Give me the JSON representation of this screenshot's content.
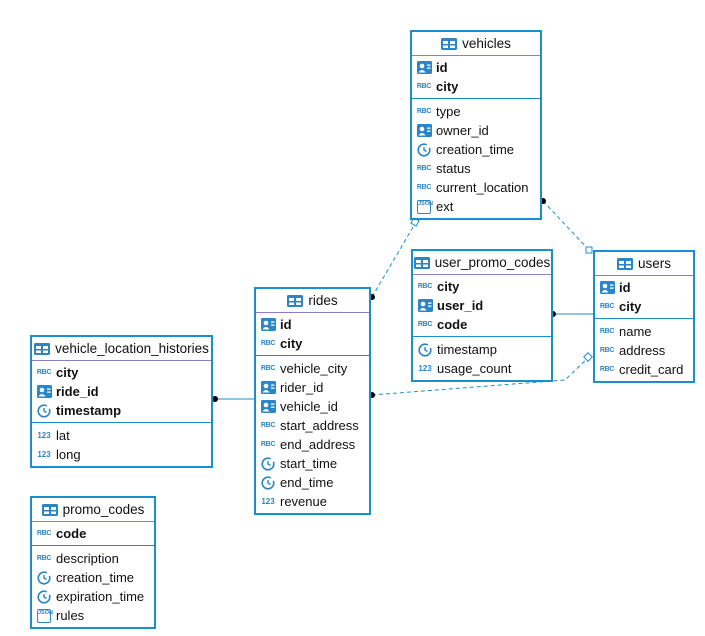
{
  "colors": {
    "border": "#1a8fd0",
    "header_line": "#8a7fc8",
    "icon": "#2a86c8",
    "connector": "#1a8fd0"
  },
  "tables": [
    {
      "name": "vehicles",
      "keys": [
        {
          "field": "id",
          "icon": "id-card"
        },
        {
          "field": "city",
          "icon": "abc"
        }
      ],
      "columns": [
        {
          "field": "type",
          "icon": "abc"
        },
        {
          "field": "owner_id",
          "icon": "id-card"
        },
        {
          "field": "creation_time",
          "icon": "clock"
        },
        {
          "field": "status",
          "icon": "abc"
        },
        {
          "field": "current_location",
          "icon": "abc"
        },
        {
          "field": "ext",
          "icon": "json"
        }
      ]
    },
    {
      "name": "users",
      "keys": [
        {
          "field": "id",
          "icon": "id-card"
        },
        {
          "field": "city",
          "icon": "abc"
        }
      ],
      "columns": [
        {
          "field": "name",
          "icon": "abc"
        },
        {
          "field": "address",
          "icon": "abc"
        },
        {
          "field": "credit_card",
          "icon": "abc"
        }
      ]
    },
    {
      "name": "user_promo_codes",
      "keys": [
        {
          "field": "city",
          "icon": "abc"
        },
        {
          "field": "user_id",
          "icon": "id-card"
        },
        {
          "field": "code",
          "icon": "abc"
        }
      ],
      "columns": [
        {
          "field": "timestamp",
          "icon": "clock"
        },
        {
          "field": "usage_count",
          "icon": "123"
        }
      ]
    },
    {
      "name": "rides",
      "keys": [
        {
          "field": "id",
          "icon": "id-card"
        },
        {
          "field": "city",
          "icon": "abc"
        }
      ],
      "columns": [
        {
          "field": "vehicle_city",
          "icon": "abc"
        },
        {
          "field": "rider_id",
          "icon": "id-card"
        },
        {
          "field": "vehicle_id",
          "icon": "id-card"
        },
        {
          "field": "start_address",
          "icon": "abc"
        },
        {
          "field": "end_address",
          "icon": "abc"
        },
        {
          "field": "start_time",
          "icon": "clock"
        },
        {
          "field": "end_time",
          "icon": "clock"
        },
        {
          "field": "revenue",
          "icon": "123"
        }
      ]
    },
    {
      "name": "vehicle_location_histories",
      "keys": [
        {
          "field": "city",
          "icon": "abc"
        },
        {
          "field": "ride_id",
          "icon": "id-card"
        },
        {
          "field": "timestamp",
          "icon": "clock"
        }
      ],
      "columns": [
        {
          "field": "lat",
          "icon": "123"
        },
        {
          "field": "long",
          "icon": "123"
        }
      ]
    },
    {
      "name": "promo_codes",
      "keys": [
        {
          "field": "code",
          "icon": "abc"
        }
      ],
      "columns": [
        {
          "field": "description",
          "icon": "abc"
        },
        {
          "field": "creation_time",
          "icon": "clock"
        },
        {
          "field": "expiration_time",
          "icon": "clock"
        },
        {
          "field": "rules",
          "icon": "json"
        }
      ]
    }
  ],
  "relations": [
    {
      "from": "rides",
      "to": "vehicles",
      "style": "dashed"
    },
    {
      "from": "vehicles",
      "to": "users",
      "style": "dashed"
    },
    {
      "from": "user_promo_codes",
      "to": "users",
      "style": "solid"
    },
    {
      "from": "rides",
      "to": "users",
      "style": "dashed"
    },
    {
      "from": "vehicle_location_histories",
      "to": "rides",
      "style": "solid"
    }
  ]
}
